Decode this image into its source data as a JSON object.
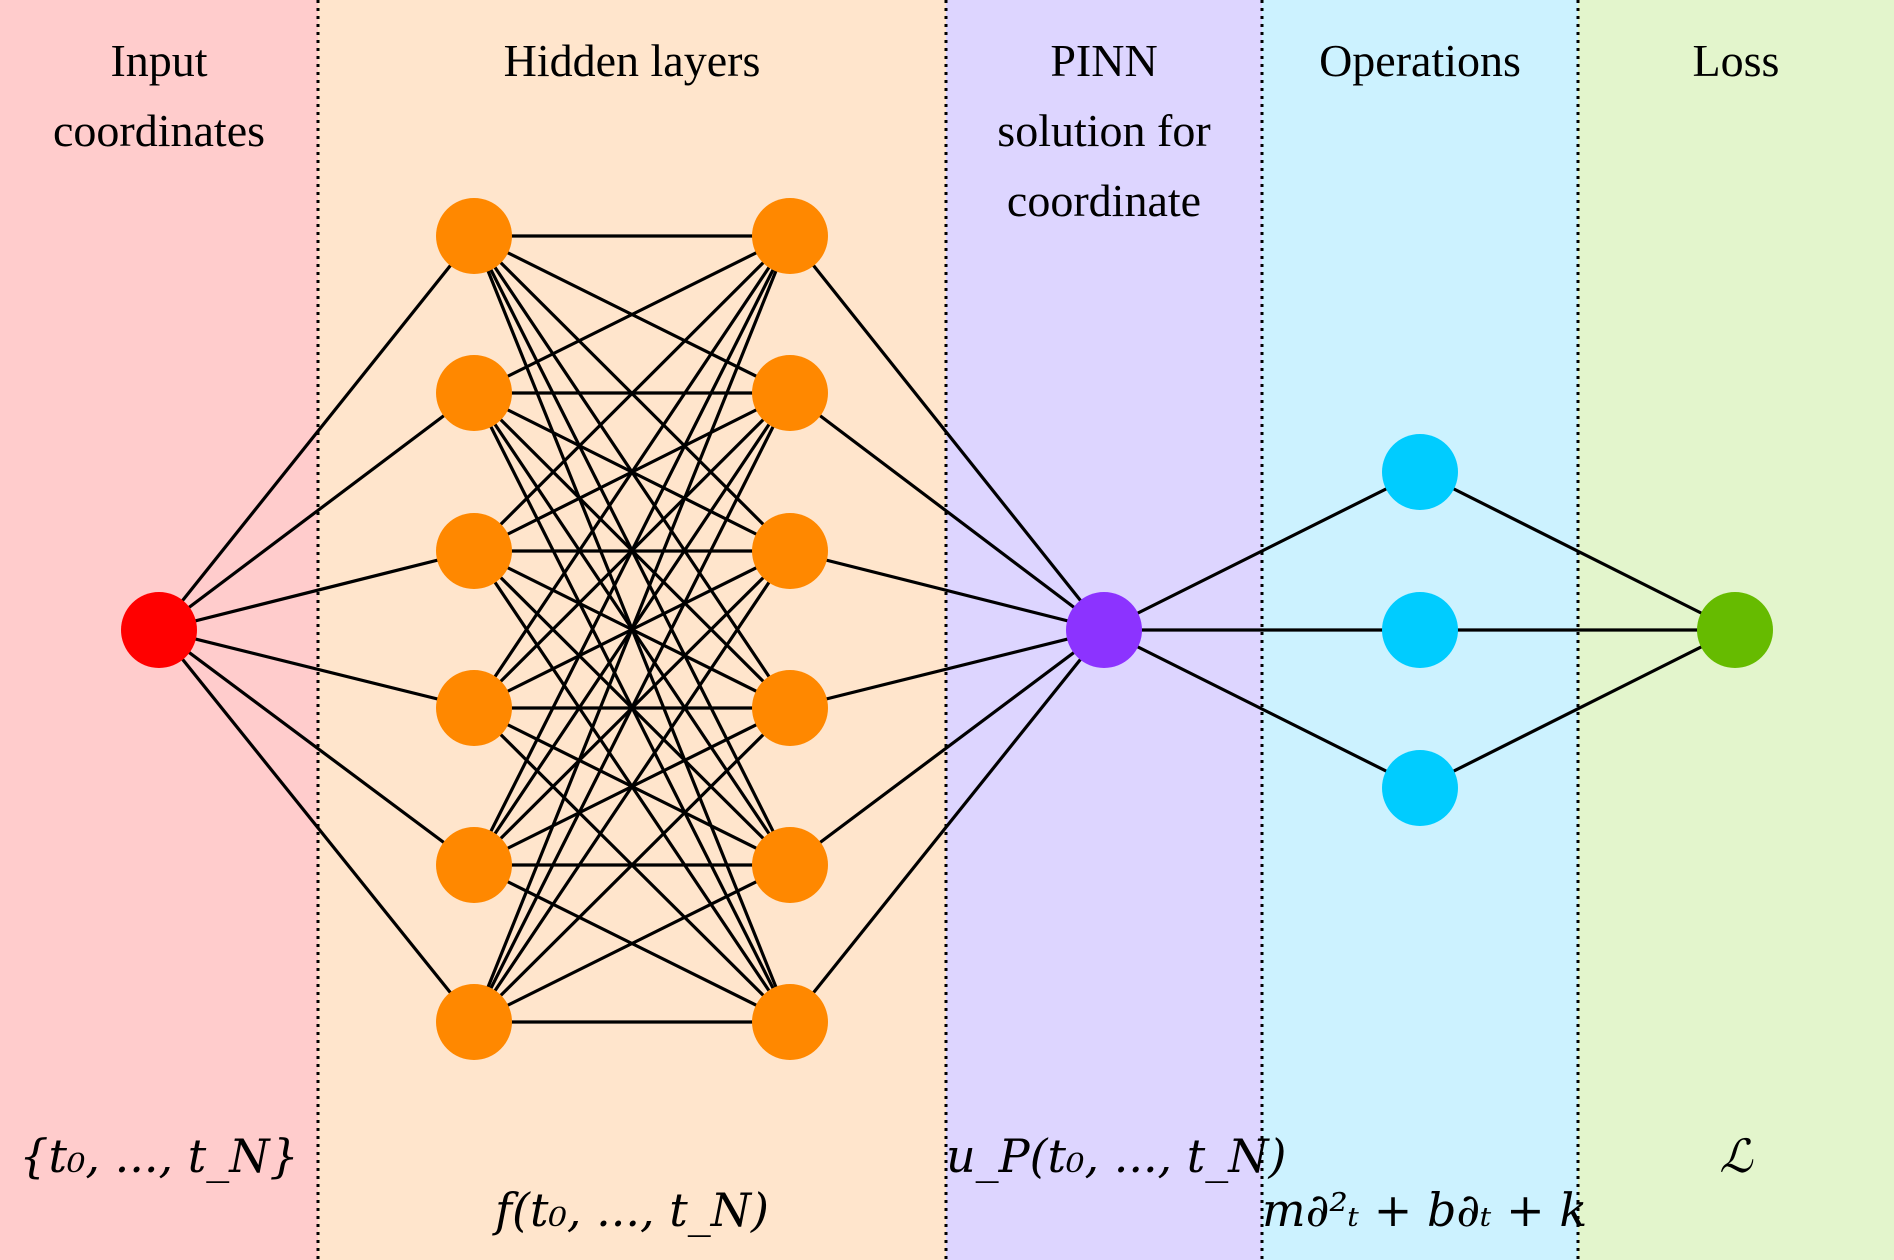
{
  "columns": [
    {
      "id": "input",
      "title": "Input\ncoordinates",
      "label": "{t₀, ..., t_N}",
      "color": "#ffcccc"
    },
    {
      "id": "hidden",
      "title": "Hidden layers",
      "label": "f(t₀, ..., t_N)",
      "color": "#ffe5cc"
    },
    {
      "id": "pinn",
      "title": "PINN\nsolution for\ncoordinate",
      "label": "u_P(t₀, ..., t_N)",
      "color": "#ddd5ff"
    },
    {
      "id": "operations",
      "title": "Operations",
      "label": "m∂²ₜ + b∂ₜ + k",
      "color": "#ccf2ff"
    },
    {
      "id": "loss",
      "title": "Loss",
      "label": "ℒ",
      "color": "#e3f5cc"
    }
  ],
  "node_colors": {
    "input": "#ff0000",
    "hidden": "#ff8800",
    "pinn": "#8c33ff",
    "operations": "#00ccff",
    "loss": "#66bb00"
  },
  "layers": [
    {
      "name": "input-layer",
      "nodes": 1,
      "color_key": "input"
    },
    {
      "name": "hidden-layer-1",
      "nodes": 6,
      "color_key": "hidden"
    },
    {
      "name": "hidden-layer-2",
      "nodes": 6,
      "color_key": "hidden"
    },
    {
      "name": "pinn-output-layer",
      "nodes": 1,
      "color_key": "pinn"
    },
    {
      "name": "operations-layer",
      "nodes": 3,
      "color_key": "operations"
    },
    {
      "name": "loss-layer",
      "nodes": 1,
      "color_key": "loss"
    }
  ]
}
